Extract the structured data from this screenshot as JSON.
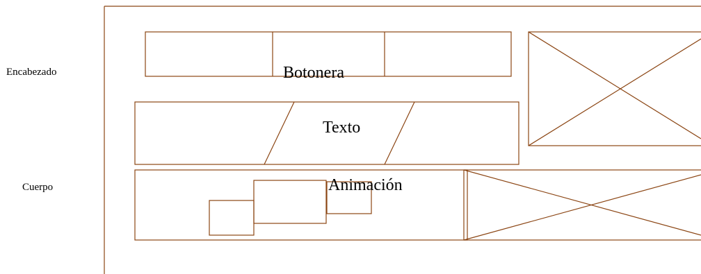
{
  "labels": {
    "header": "Encabezado",
    "body": "Cuerpo",
    "buttons": "Botonera",
    "text": "Texto",
    "animation": "Animación"
  },
  "colors": {
    "stroke": "#8B4513",
    "text": "#000000",
    "background": "#ffffff"
  }
}
